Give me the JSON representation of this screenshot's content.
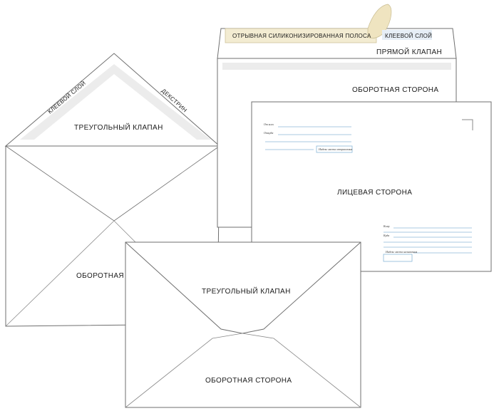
{
  "left_envelope": {
    "flap_label": "ТРЕУГОЛЬНЫЙ КЛАПАН",
    "back_label": "ОБОРОТНАЯ",
    "glue_label": "КЛЕЕВОЙ СЛОЙ",
    "dextrin_label": "ДЕКСТРИН"
  },
  "top_envelope": {
    "strip_label": "ОТРЫВНАЯ СИЛИКОНИЗИРОВАННАЯ ПОЛОСА",
    "glue_label": "КЛЕЕВОЙ СЛОЙ",
    "flap_label": "ПРЯМОЙ КЛАПАН",
    "back_label": "ОБОРОТНАЯ СТОРОНА"
  },
  "front_envelope": {
    "face_label": "ЛИЦЕВАЯ СТОРОНА",
    "from_label": "От кого",
    "from_address_label": "Откуда",
    "to_label": "Кому",
    "to_address_label": "Куда",
    "index_box_text": "Индекс места отправления",
    "index_box_text2": "Индекс места назначения"
  },
  "bottom_envelope": {
    "flap_label": "ТРЕУГОЛЬНЫЙ КЛАПАН",
    "back_label": "ОБОРОТНАЯ СТОРОНА"
  },
  "colors": {
    "outline": "#6f6f6f",
    "glue_fill": "#ececec",
    "strip_fill": "#f3ecd2",
    "tab_fill": "#efe4c0",
    "address_line": "#8bb8d8"
  }
}
